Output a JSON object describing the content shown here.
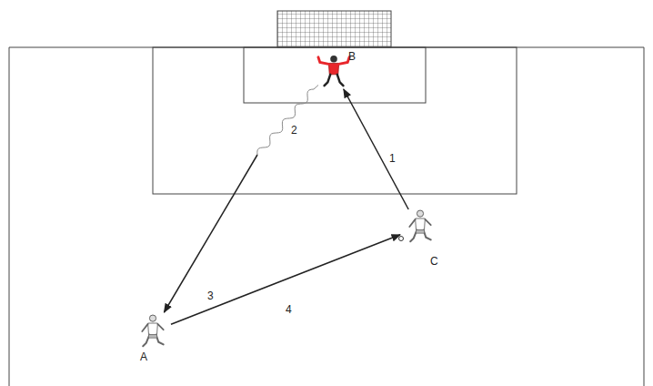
{
  "diagram": {
    "nodes": [
      {
        "text": [
          "B"
        ]
      },
      {
        "text": [
          "C"
        ]
      },
      {
        "text": [
          "A"
        ]
      }
    ],
    "edges": [
      {
        "from": 1,
        "to": 0,
        "arrow": "to",
        "label": "1"
      },
      {
        "from": 0,
        "to": 2,
        "arrow": "to",
        "label": "3"
      },
      {
        "from": 2,
        "to": 1,
        "arrow": "to",
        "label": "4"
      }
    ],
    "labels": [
      "2"
    ]
  }
}
